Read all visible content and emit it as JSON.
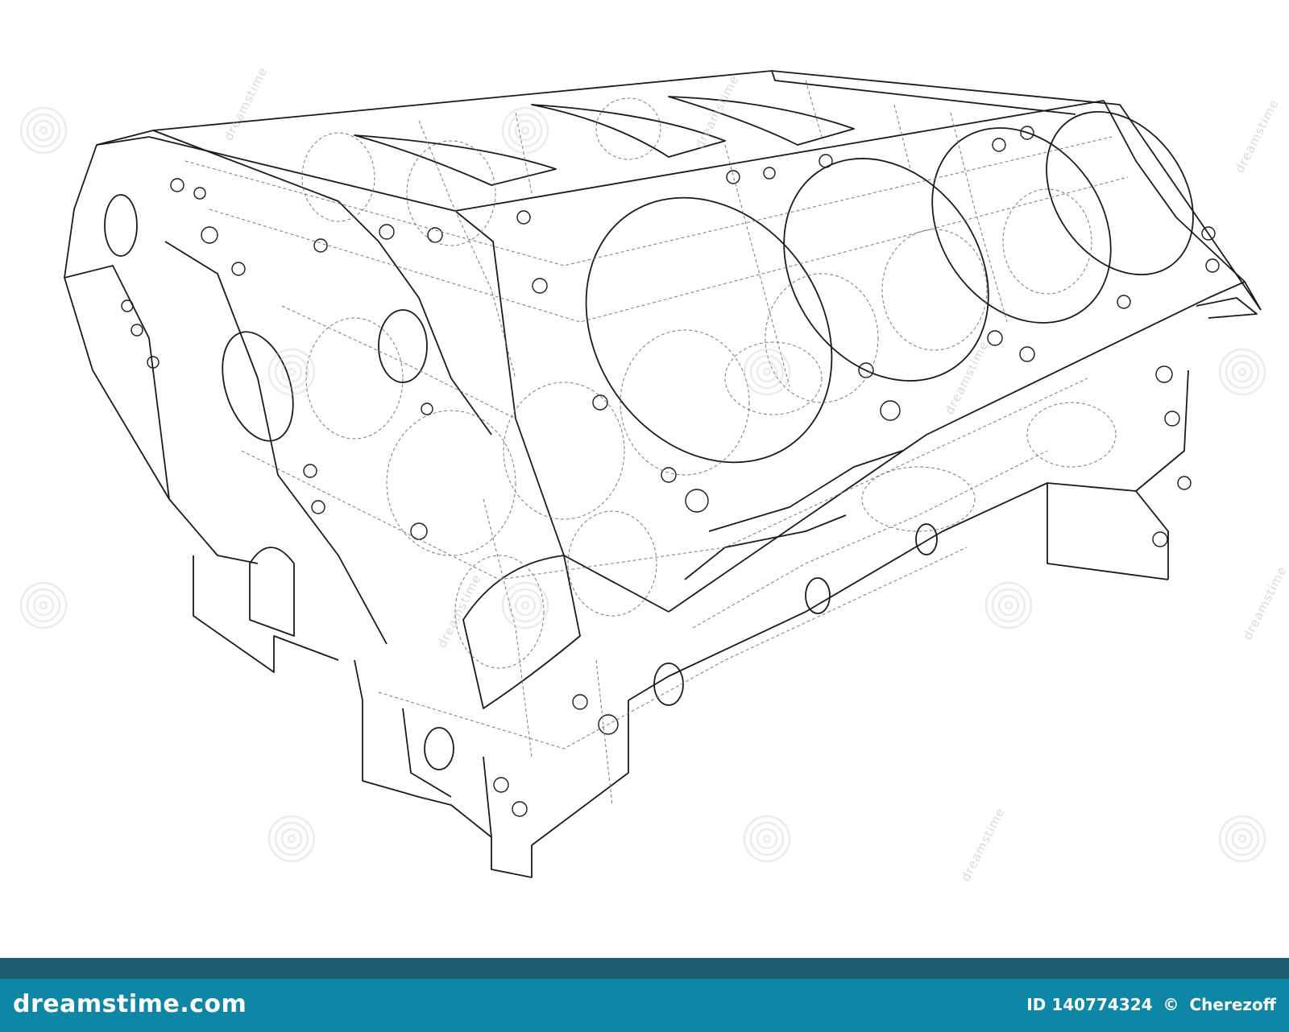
{
  "colors": {
    "line": "#1a1a1a",
    "hidden_line": "#7a7a7a",
    "watermark": "#c8c8c8",
    "footer_bar": "#1b5c72",
    "footer_main": "#0e86a6",
    "footer_text": "#ffffff"
  },
  "watermark": {
    "text": "dreamstime",
    "icon": "spiral-icon"
  },
  "footer": {
    "logo_text": "dreamstime.com",
    "image_id": "ID 140774324",
    "copyright_symbol": "©",
    "author": "Cherezoff"
  }
}
